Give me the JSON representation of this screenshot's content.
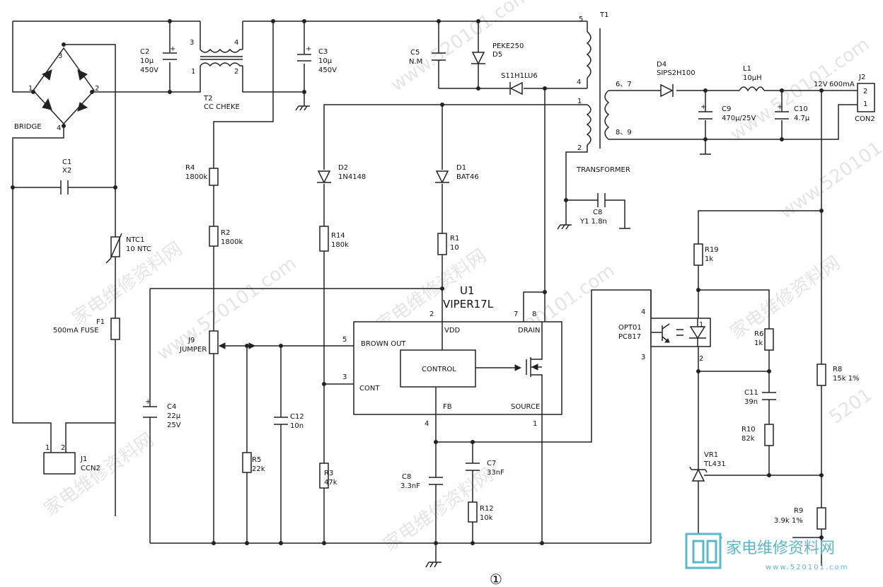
{
  "watermarks": [
    "家电维修资料网",
    "www.520101.com",
    "家电维修资料网",
    "www.520101.com",
    "家电维修资料网",
    "www.520101.com",
    "家电维修资料网",
    "www.520101.com",
    "家电维修资料网",
    "www.520101.com",
    "5201"
  ],
  "logo": {
    "text": "家电维修资料网",
    "url": "www.520101.com",
    "color": "#5ab8c9"
  },
  "figure_number": "①",
  "components": {
    "bridge": {
      "ref": "BRIDGE",
      "p1": "1",
      "p2": "2",
      "p3": "3",
      "p4": "4"
    },
    "c2": {
      "ref": "C2",
      "value": "10μ",
      "rating": "450V"
    },
    "t2": {
      "ref": "T2",
      "type": "CC CHEKE",
      "p1": "1",
      "p2": "2",
      "p3": "3",
      "p4": "4"
    },
    "c3": {
      "ref": "C3",
      "value": "10μ",
      "rating": "450V"
    },
    "c5": {
      "ref": "C5",
      "value": "N.M"
    },
    "d5": {
      "ref": "D5",
      "part": "PEKE250"
    },
    "d6": {
      "part": "S11H1LU6"
    },
    "t1": {
      "ref": "T1",
      "label": "TRANSFORMER",
      "p1": "1",
      "p2": "2",
      "p4": "4",
      "p5": "5",
      "p67": "6、7",
      "p89": "8、9"
    },
    "d4": {
      "ref": "D4",
      "part": "SIPS2H100"
    },
    "l1": {
      "ref": "L1",
      "value": "10μH"
    },
    "c9": {
      "ref": "C9",
      "value": "470μ/25V"
    },
    "c10": {
      "ref": "C10",
      "value": "4.7μ"
    },
    "j2": {
      "ref": "J2",
      "type": "CON2",
      "p1": "1",
      "p2": "2",
      "out_v": "12V",
      "out_i": "600mA"
    },
    "c1": {
      "ref": "C1",
      "value": "X2"
    },
    "ntc1": {
      "ref": "NTC1",
      "value": "10 NTC"
    },
    "f1": {
      "ref": "F1",
      "value": "500mA FUSE"
    },
    "j1": {
      "ref": "J1",
      "type": "CCN2",
      "p1": "1",
      "p2": "2"
    },
    "r4": {
      "ref": "R4",
      "value": "1800k"
    },
    "r2": {
      "ref": "R2",
      "value": "1800k"
    },
    "d2": {
      "ref": "D2",
      "part": "1N4148"
    },
    "r14": {
      "ref": "R14",
      "value": "180k"
    },
    "d1": {
      "ref": "D1",
      "part": "BAT46"
    },
    "r1": {
      "ref": "R1",
      "value": "10"
    },
    "c8y": {
      "ref": "C8",
      "value": "Y1 1.8n"
    },
    "u1": {
      "ref": "U1",
      "part": "VIPER17L",
      "vdd": "VDD",
      "drain": "DRAIN",
      "brown": "BROWN OUT",
      "cont": "CONT",
      "fb": "FB",
      "source": "SOURCE",
      "control": "CONTROL",
      "p1": "1",
      "p2": "2",
      "p3": "3",
      "p4": "4",
      "p5": "5",
      "p7": "7",
      "p8": "8"
    },
    "j9": {
      "ref": "J9",
      "type": "JUMPER"
    },
    "c4": {
      "ref": "C4",
      "value": "22μ",
      "rating": "25V"
    },
    "c12": {
      "ref": "C12",
      "value": "10n"
    },
    "r5": {
      "ref": "R5",
      "value": "22k"
    },
    "r3": {
      "ref": "R3",
      "value": "47k"
    },
    "c8": {
      "ref": "C8",
      "value": "3.3nF"
    },
    "c7": {
      "ref": "C7",
      "value": "33nF"
    },
    "r12": {
      "ref": "R12",
      "value": "10k"
    },
    "opt": {
      "ref": "OPT01",
      "part": "PC817",
      "p1": "1",
      "p2": "2",
      "p3": "3",
      "p4": "4"
    },
    "r19": {
      "ref": "R19",
      "value": "1k"
    },
    "r6": {
      "ref": "R6",
      "value": "1k"
    },
    "c11": {
      "ref": "C11",
      "value": "39n"
    },
    "r10": {
      "ref": "R10",
      "value": "82k"
    },
    "vr1": {
      "ref": "VR1",
      "part": "TL431"
    },
    "r8": {
      "ref": "R8",
      "value": "15k 1%"
    },
    "r9": {
      "ref": "R9",
      "value": "3.9k 1%"
    }
  }
}
